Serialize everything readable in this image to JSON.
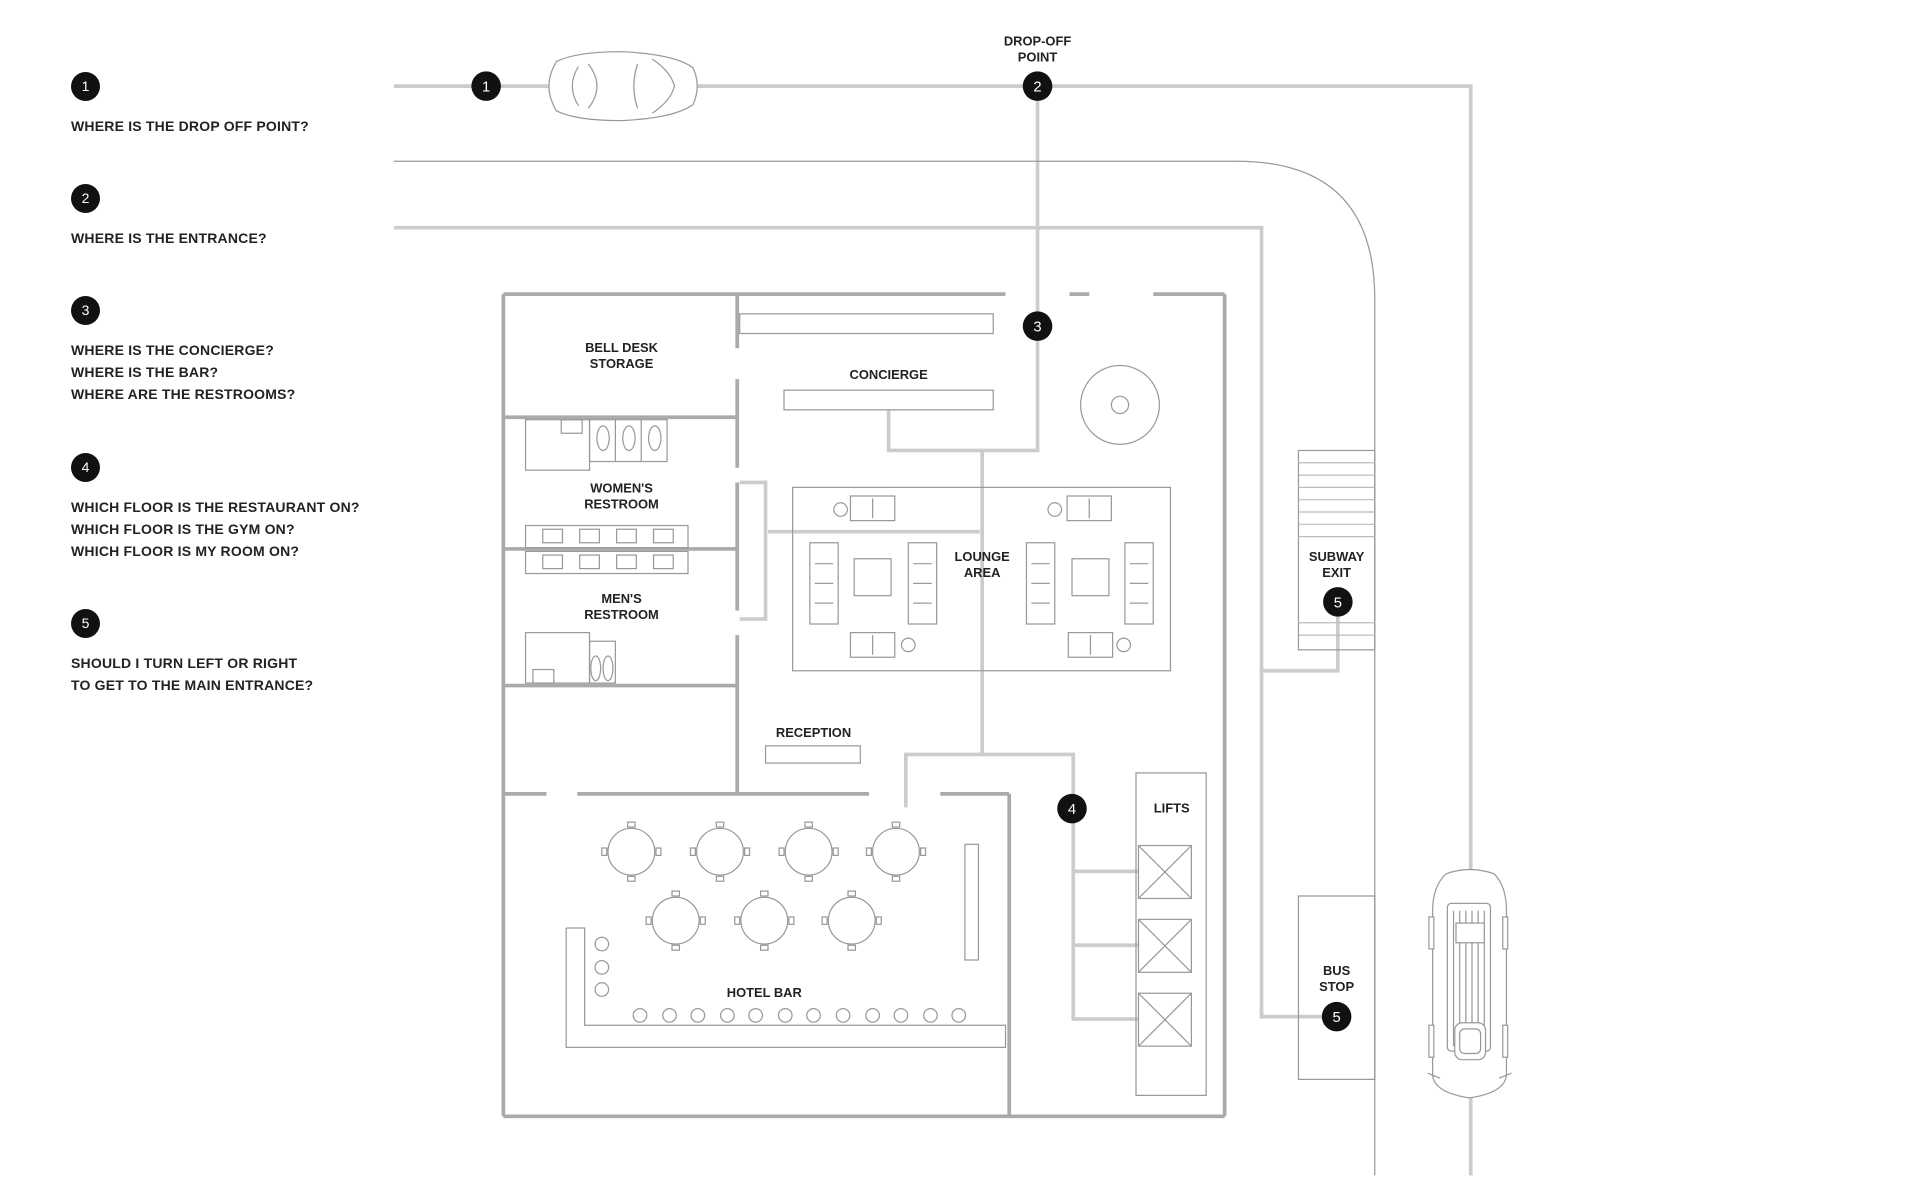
{
  "questions": [
    {
      "number": "1",
      "lines": [
        "WHERE IS THE DROP OFF POINT?"
      ]
    },
    {
      "number": "2",
      "lines": [
        "WHERE IS THE ENTRANCE?"
      ]
    },
    {
      "number": "3",
      "lines": [
        "WHERE IS THE CONCIERGE?",
        "WHERE IS THE BAR?",
        "WHERE ARE THE RESTROOMS?"
      ]
    },
    {
      "number": "4",
      "lines": [
        "WHICH FLOOR IS THE RESTAURANT ON?",
        "WHICH FLOOR IS THE GYM ON?",
        "WHICH FLOOR IS MY ROOM ON?"
      ]
    },
    {
      "number": "5",
      "lines": [
        "SHOULD I TURN LEFT OR RIGHT",
        "TO GET TO THE MAIN ENTRANCE?"
      ]
    }
  ],
  "map": {
    "labels": {
      "drop_off_1": "DROP-OFF",
      "drop_off_2": "POINT",
      "bell_desk_1": "BELL DESK",
      "bell_desk_2": "STORAGE",
      "concierge": "CONCIERGE",
      "womens_1": "WOMEN'S",
      "womens_2": "RESTROOM",
      "mens_1": "MEN'S",
      "mens_2": "RESTROOM",
      "lounge_1": "LOUNGE",
      "lounge_2": "AREA",
      "reception": "RECEPTION",
      "lifts": "LIFTS",
      "hotel_bar": "HOTEL BAR",
      "subway_1": "SUBWAY",
      "subway_2": "EXIT",
      "bus_1": "BUS",
      "bus_2": "STOP"
    },
    "markers": {
      "car_path": "1",
      "drop_off": "2",
      "concierge": "3",
      "lifts": "4",
      "subway": "5",
      "bus": "5"
    }
  },
  "colors": {
    "path": "#cccccc",
    "wall": "#aaaaaa",
    "line": "#999999",
    "marker": "#111111",
    "text": "#222222"
  }
}
